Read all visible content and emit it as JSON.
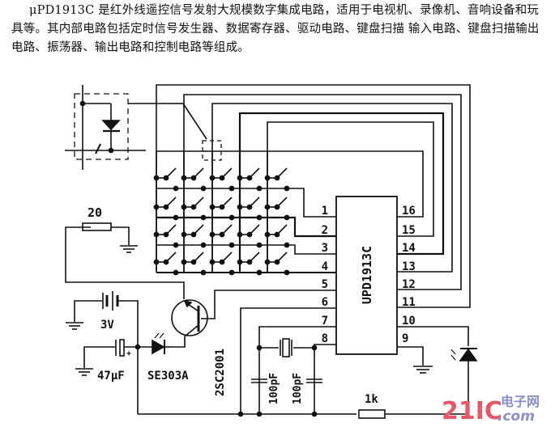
{
  "description": "μPD1913C 是红外线遥控信号发射大规模数字集成电路，适用于电视机、录像机、音响设备和玩具等。其内部电路包括定时信号发生器、数据寄存器、驱动电路、键盘扫描 输入电路、键盘扫描输出电路、振荡器、输出电路和控制电路等组成。",
  "ic": {
    "name": "UPD1913C",
    "left_pins": [
      "1",
      "2",
      "3",
      "4",
      "5",
      "6",
      "7",
      "8"
    ],
    "right_pins": [
      "16",
      "15",
      "14",
      "13",
      "12",
      "11",
      "10",
      "9"
    ]
  },
  "components": {
    "resistor_top": "20",
    "battery": "3V",
    "capacitor_electrolytic": "47μF",
    "ir_led": "SE303A",
    "transistor": "2SC2001",
    "cap1": "100pF",
    "cap2": "100pF",
    "resistor_bottom": "1k"
  },
  "keypad": {
    "rows": 4,
    "cols": 5
  },
  "watermark": {
    "brand": "21IC",
    "cn": "电子网",
    "domain": ".com",
    "color": "#e05a6a",
    "color2": "#8a8fc8"
  }
}
